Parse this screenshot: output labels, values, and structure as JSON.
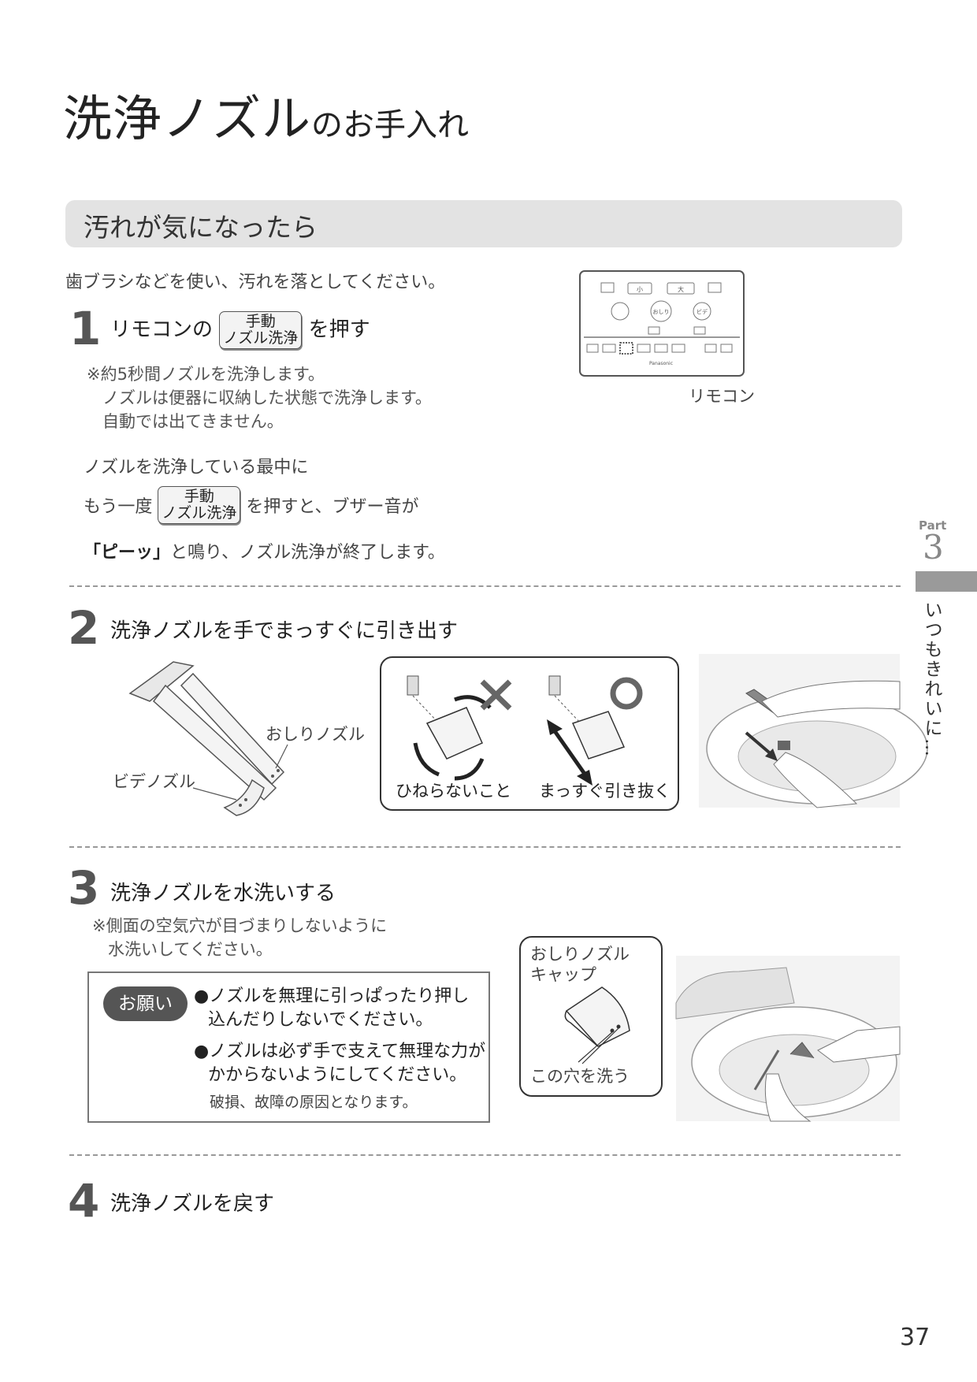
{
  "header": {
    "title_main": "洗浄ノズル",
    "title_sub": "のお手入れ"
  },
  "section": {
    "title": "汚れが気になったら"
  },
  "intro": "歯ブラシなどを使い、汚れを落としてください。",
  "step1": {
    "num": "1",
    "text_before": "リモコンの",
    "button": {
      "line1": "手動",
      "line2": "ノズル洗浄"
    },
    "text_after": "を押す",
    "notes": [
      "※約5秒間ノズルを洗浄します。",
      "ノズルは便器に収納した状態で洗浄します。",
      "自動では出てきません。"
    ],
    "para1": "ノズルを洗浄している最中に",
    "para2_before": "もう一度",
    "para2_after": "を押すと、ブザー音が",
    "para3_bold": "「ピーッ」",
    "para3_rest": "と鳴り、ノズル洗浄が終了します。",
    "remote_caption": "リモコン"
  },
  "remote": {
    "small": "小",
    "large": "大",
    "brand": "Panasonic",
    "oshiri": "おしり",
    "bidet": "ビデ"
  },
  "step2": {
    "num": "2",
    "text": "洗浄ノズルを手でまっすぐに引き出す",
    "label_oshiri": "おしりノズル",
    "label_bidet": "ビデノズル",
    "label_no_twist": "ひねらないこと",
    "label_straight": "まっすぐ引き抜く"
  },
  "step3": {
    "num": "3",
    "text": "洗浄ノズルを水洗いする",
    "notes": [
      "※側面の空気穴が目づまりしないように",
      "水洗いしてください。"
    ],
    "request_badge": "お願い",
    "request_items": [
      [
        "●ノズルを無理に引っぱったり押し",
        "込んだりしないでください。"
      ],
      [
        "●ノズルは必ず手で支えて無理な力が",
        "かからないようにしてください。"
      ]
    ],
    "request_note": "破損、故障の原因となります。",
    "cap_label_line1": "おしりノズル",
    "cap_label_line2": "キャップ",
    "hole_label": "この穴を洗う"
  },
  "step4": {
    "num": "4",
    "text": "洗浄ノズルを戻す"
  },
  "side": {
    "part_label": "Part",
    "part_num": "3",
    "tab_text": "いつもきれいに…"
  },
  "page_number": "37"
}
